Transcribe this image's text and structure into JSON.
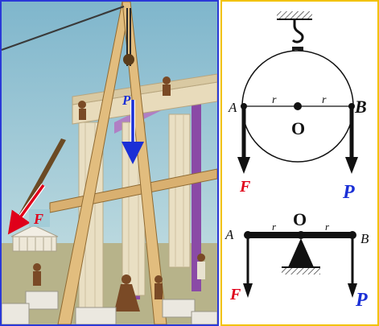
{
  "left_panel": {
    "force_P_label": "P",
    "force_F_label": "F"
  },
  "pulley_diagram": {
    "label_A": "A",
    "label_B": "B",
    "label_O": "O",
    "label_r_left": "r",
    "label_r_right": "r",
    "label_F": "F",
    "label_P": "P"
  },
  "lever_diagram": {
    "label_A": "A",
    "label_B": "B",
    "label_O": "O",
    "label_r_left": "r",
    "label_r_right": "r",
    "label_F": "F",
    "label_P": "P"
  },
  "colors": {
    "left_border": "#2a39d8",
    "right_border": "#f2c200",
    "force_F": "#e0001a",
    "force_P": "#1a2fd6",
    "sky": "#8fc3d6",
    "wood": "#d9b070",
    "column": "#e6dcc0"
  }
}
